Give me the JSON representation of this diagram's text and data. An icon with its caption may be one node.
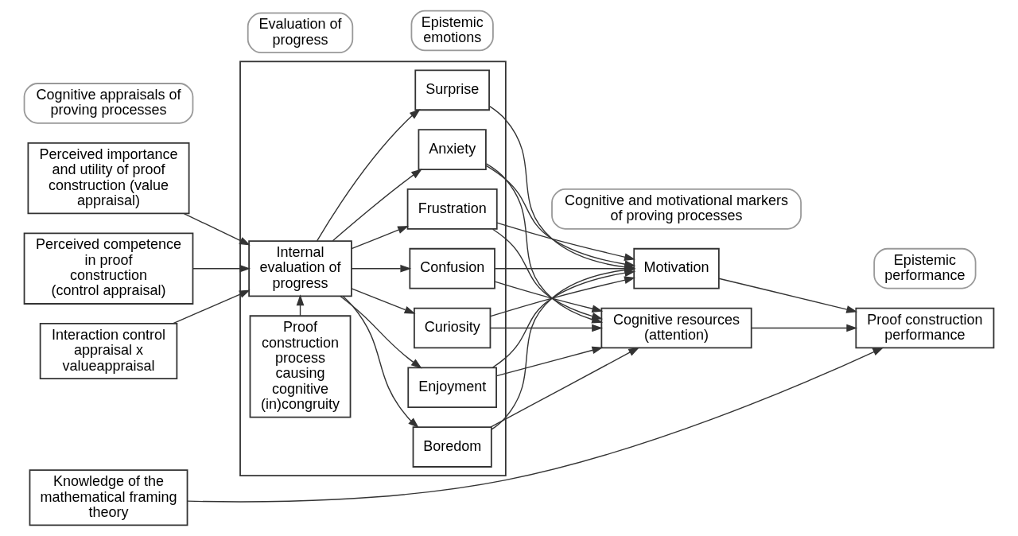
{
  "diagram": {
    "nodes": [
      {
        "text": [
          "Cognitive appraisals of proving processes"
        ]
      },
      {
        "text": [
          "Evaluation of progress"
        ]
      },
      {
        "text": [
          "Epistemic emotions"
        ]
      },
      {
        "text": [
          "Cognitive and motivational markers of proving processes"
        ]
      },
      {
        "text": [
          "Epistemic performance"
        ]
      },
      {
        "text": [
          "Perceived competence in proof construction (control appraisal)"
        ]
      },
      {
        "text": [
          "Interaction control appraisal x valueappraisal"
        ]
      },
      {
        "text": [
          "Perceived importance and utility of proof construction (value appraisal)"
        ]
      },
      {
        "text": [],
        "shape": "box"
      },
      {
        "text": [
          "Proof construction process causing cognitive (in)congruity"
        ],
        "in": 8
      },
      {
        "text": [
          "Internal evaluation of progress"
        ],
        "in": 8
      },
      {
        "text": [
          "Surprise"
        ],
        "in": 8
      },
      {
        "text": [
          "Curiosity"
        ],
        "in": 8
      },
      {
        "text": [
          "Confusion"
        ],
        "in": 8
      },
      {
        "text": [
          "Frustration"
        ],
        "in": 8
      },
      {
        "text": [
          "Anxiety"
        ],
        "in": 8
      },
      {
        "text": [
          "Boredom"
        ],
        "in": 8
      },
      {
        "text": [
          "Enjoyment"
        ],
        "in": 8
      },
      {
        "text": [
          "Cognitive resources (attention)"
        ]
      },
      {
        "text": [
          "Motivation"
        ]
      },
      {
        "text": [
          "Proof construction performance"
        ]
      },
      {
        "text": [
          "Knowledge of the mathematical framing theory"
        ]
      }
    ],
    "edges": [
      {
        "from": 5,
        "to": 10,
        "arrow": "to"
      },
      {
        "from": 6,
        "to": 10,
        "arrow": "to"
      },
      {
        "from": 7,
        "to": 10,
        "arrow": "to"
      },
      {
        "from": 9,
        "to": 10,
        "arrow": "to"
      },
      {
        "from": 10,
        "to": 11,
        "arrow": "to"
      },
      {
        "from": 10,
        "to": 12,
        "arrow": "to"
      },
      {
        "from": 10,
        "to": 13,
        "arrow": "to"
      },
      {
        "from": 10,
        "to": 14,
        "arrow": "to"
      },
      {
        "from": 10,
        "to": 15,
        "arrow": "to"
      },
      {
        "from": 10,
        "to": 16,
        "arrow": "to"
      },
      {
        "from": 10,
        "to": 17,
        "arrow": "to"
      },
      {
        "from": 11,
        "to": 19,
        "arrow": "to"
      },
      {
        "from": 12,
        "to": 18,
        "arrow": "to"
      },
      {
        "from": 12,
        "to": 19,
        "arrow": "to"
      },
      {
        "from": 13,
        "to": 18,
        "arrow": "to"
      },
      {
        "from": 13,
        "to": 19,
        "arrow": "to"
      },
      {
        "from": 14,
        "to": 18,
        "arrow": "to"
      },
      {
        "from": 14,
        "to": 19,
        "arrow": "to"
      },
      {
        "from": 15,
        "to": 18,
        "arrow": "to"
      },
      {
        "from": 15,
        "to": 19,
        "arrow": "to"
      },
      {
        "from": 16,
        "to": 18,
        "arrow": "to"
      },
      {
        "from": 16,
        "to": 19,
        "arrow": "to"
      },
      {
        "from": 17,
        "to": 18,
        "arrow": "to"
      },
      {
        "from": 17,
        "to": 19,
        "arrow": "to"
      },
      {
        "from": 18,
        "to": 20,
        "arrow": "to"
      },
      {
        "from": 19,
        "to": 20,
        "arrow": "to"
      },
      {
        "from": 21,
        "to": 20,
        "arrow": "to"
      }
    ]
  }
}
